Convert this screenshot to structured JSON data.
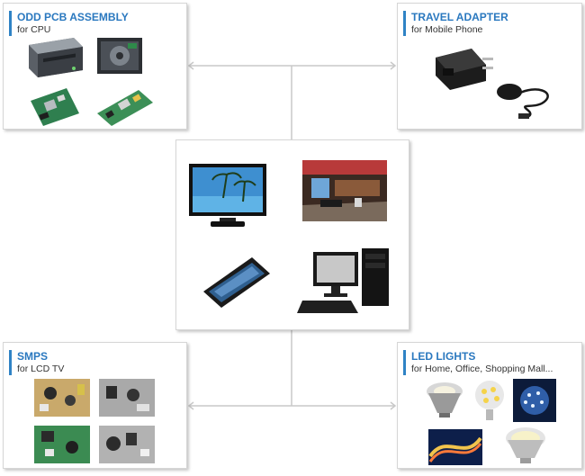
{
  "cards": {
    "odd_pcb": {
      "title": "ODD PCB ASSEMBLY",
      "subtitle": "for CPU"
    },
    "travel_adapter": {
      "title": "TRAVEL ADAPTER",
      "subtitle": "for Mobile Phone"
    },
    "smps": {
      "title": "SMPS",
      "subtitle": "for LCD TV"
    },
    "led_lights": {
      "title": "LED LIGHTS",
      "subtitle": "for Home, Office, Shopping Mall..."
    }
  },
  "colors": {
    "accent": "#2a78bf",
    "connector": "#c9c9c9",
    "card_border": "#d6d6d6"
  },
  "icons": {
    "optical-drive": "optical-drive-icon",
    "drive-mechanism": "drive-mechanism-icon",
    "circuit-board": "circuit-board-icon",
    "wall-adapter": "wall-adapter-icon",
    "charger-cable": "charger-cable-icon",
    "television": "television-icon",
    "interior-room": "interior-room-icon",
    "smartphone": "smartphone-icon",
    "desktop-computer": "desktop-computer-icon",
    "led-bulb": "led-bulb-icon",
    "led-strip": "led-strip-icon"
  }
}
